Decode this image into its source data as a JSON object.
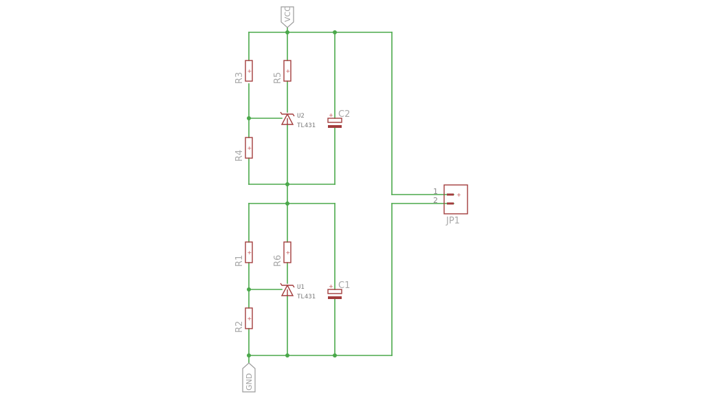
{
  "nets": {
    "vcc": "VCC",
    "gnd": "GND"
  },
  "resistors": [
    {
      "ref": "R3"
    },
    {
      "ref": "R5"
    },
    {
      "ref": "R4"
    },
    {
      "ref": "R1"
    },
    {
      "ref": "R6"
    },
    {
      "ref": "R2"
    }
  ],
  "regulators": [
    {
      "ref": "U2",
      "value": "TL431"
    },
    {
      "ref": "U1",
      "value": "TL431"
    }
  ],
  "capacitors": [
    {
      "ref": "C2"
    },
    {
      "ref": "C1"
    }
  ],
  "connector": {
    "ref": "JP1",
    "pins": [
      "1",
      "2"
    ]
  },
  "colors": {
    "wire": "#4aa84a",
    "part": "#a23c3c",
    "label": "#a8a8a8"
  }
}
